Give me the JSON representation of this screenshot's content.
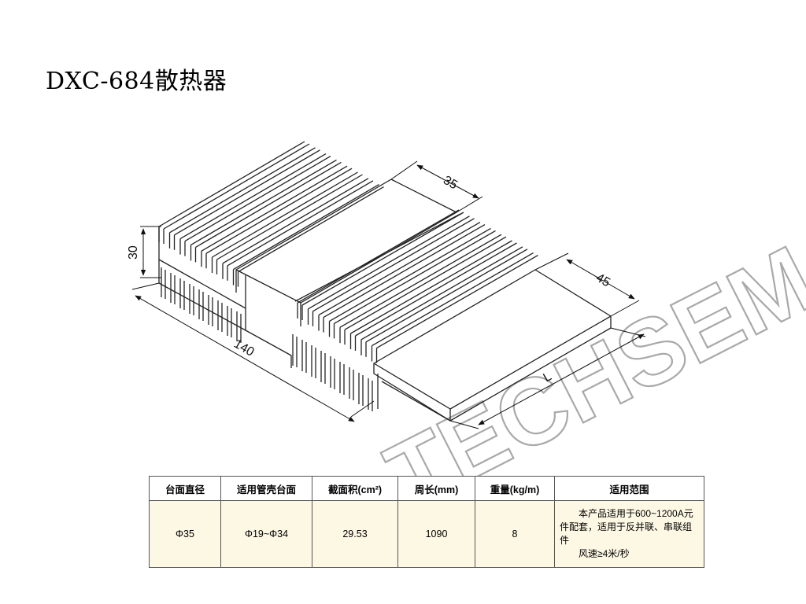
{
  "page_title": "DXC-684散热器",
  "dimensions": {
    "height": "30",
    "width": "140",
    "top_flat_width": "35",
    "front_flat_width": "45",
    "length": "L"
  },
  "watermark": "TECHSEM",
  "table": {
    "headers": [
      "台面直径",
      "适用管壳台面",
      "截面积(cm²)",
      "周长(mm)",
      "重量(kg/m)",
      "适用范围"
    ],
    "row": {
      "diameter": "Φ35",
      "case": "Φ19~Φ34",
      "area": "29.53",
      "perimeter": "1090",
      "weight": "8",
      "notes": [
        "本产品适用于600~1200A元件配套，适用于反并联、串联组件",
        "风速≥4米/秒"
      ]
    }
  }
}
